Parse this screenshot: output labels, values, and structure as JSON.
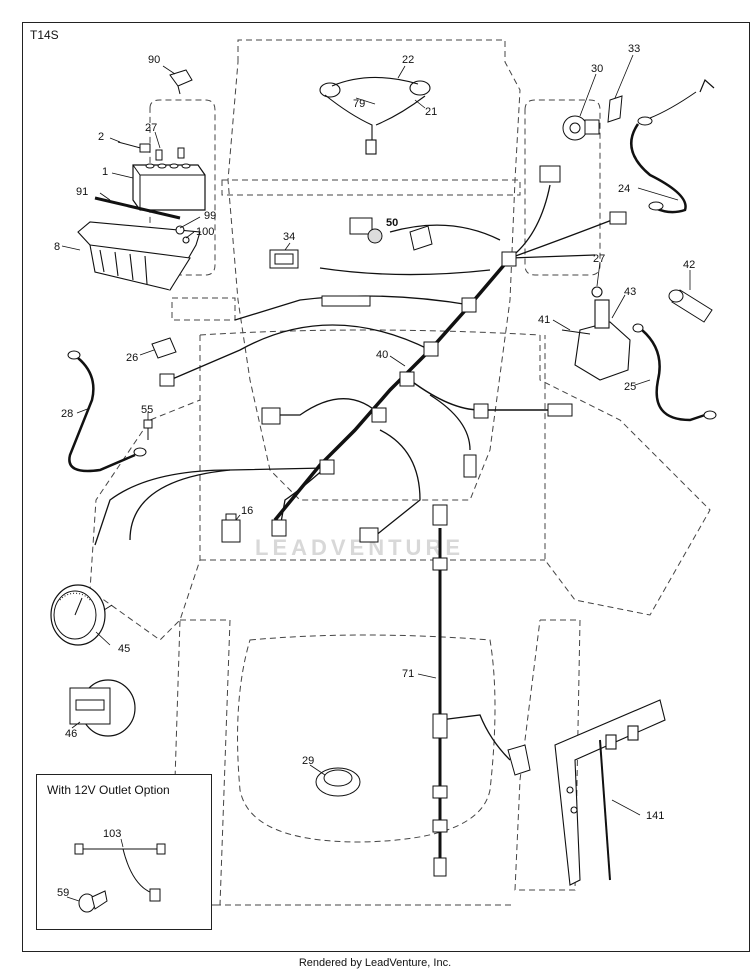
{
  "diagram_code": "T14S",
  "watermark": "LEADVENTURE",
  "footer": "Rendered by LeadVenture, Inc.",
  "option_box": {
    "title": "With 12V Outlet Option"
  },
  "callouts": [
    {
      "id": "c90",
      "text": "90"
    },
    {
      "id": "c22",
      "text": "22"
    },
    {
      "id": "c79",
      "text": "79"
    },
    {
      "id": "c21",
      "text": "21"
    },
    {
      "id": "c30",
      "text": "30"
    },
    {
      "id": "c33",
      "text": "33"
    },
    {
      "id": "c2",
      "text": "2"
    },
    {
      "id": "c27a",
      "text": "27"
    },
    {
      "id": "c1",
      "text": "1"
    },
    {
      "id": "c91",
      "text": "91"
    },
    {
      "id": "c99",
      "text": "99"
    },
    {
      "id": "c100",
      "text": "100"
    },
    {
      "id": "c8",
      "text": "8"
    },
    {
      "id": "c24",
      "text": "24"
    },
    {
      "id": "c34",
      "text": "34"
    },
    {
      "id": "c50",
      "text": "50"
    },
    {
      "id": "c27b",
      "text": "27"
    },
    {
      "id": "c42",
      "text": "42"
    },
    {
      "id": "c41",
      "text": "41"
    },
    {
      "id": "c43",
      "text": "43"
    },
    {
      "id": "c26",
      "text": "26"
    },
    {
      "id": "c40",
      "text": "40"
    },
    {
      "id": "c25",
      "text": "25"
    },
    {
      "id": "c28",
      "text": "28"
    },
    {
      "id": "c55",
      "text": "55"
    },
    {
      "id": "c16",
      "text": "16"
    },
    {
      "id": "c45",
      "text": "45"
    },
    {
      "id": "c71",
      "text": "71"
    },
    {
      "id": "c46",
      "text": "46"
    },
    {
      "id": "c29",
      "text": "29"
    },
    {
      "id": "c141",
      "text": "141"
    },
    {
      "id": "c103",
      "text": "103"
    },
    {
      "id": "c59",
      "text": "59"
    }
  ]
}
